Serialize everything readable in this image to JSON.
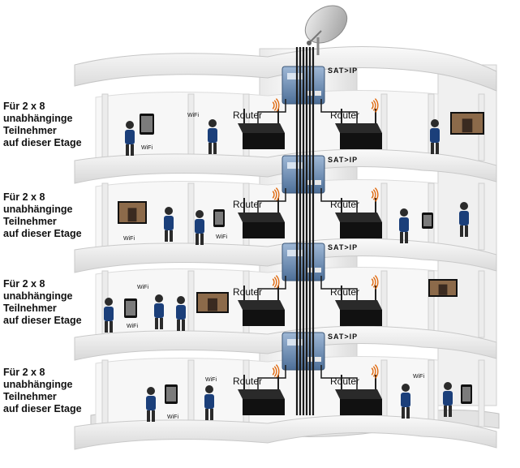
{
  "floor_label_lines": [
    "Für 2 x 8",
    "unabhänginge",
    "Teilnehmer",
    "auf dieser Etage"
  ],
  "router_label": "Router",
  "wifi_label": "WiFi",
  "satip_label": "SAT>IP",
  "floor_count": 4,
  "colors": {
    "building": "#f4f4f4",
    "building_edge": "#c9c9c9",
    "floor_shadow": "#b9b9b9",
    "cable": "#1a1a1a",
    "router": "#2a2a2a",
    "satip_box": "#6d8fb6",
    "wifi_waves": "#e06a10"
  }
}
